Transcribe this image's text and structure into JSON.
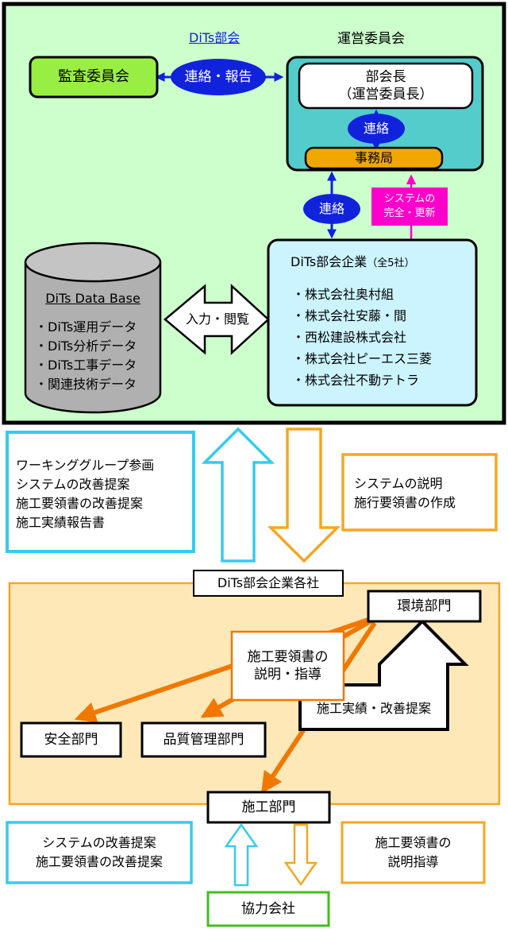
{
  "top": {
    "dits_bukai_label": "DiTs部会",
    "unei_label": "運営委員会",
    "kansa": "監査委員会",
    "renraku_houkoku": "連絡・報告",
    "bukaicho_line1": "部会長",
    "bukaicho_line2": "（運営委員長）",
    "renraku_inner": "連絡",
    "jimukyoku": "事務局",
    "renraku_mid": "連絡",
    "system_line1": "システムの",
    "system_line2": "完全・更新",
    "db_title": "DiTs Data Base",
    "db_items": [
      "・DiTs運用データ",
      "・DiTs分析データ",
      "・DiTs工事データ",
      "・関連技術データ"
    ],
    "nyuryoku": "入力・閲覧",
    "kigyo_title": "DiTs部会企業",
    "kigyo_count": "（全5社）",
    "kigyo_items": [
      "・株式会社奥村組",
      "・株式会社安藤・間",
      "・西松建設株式会社",
      "・株式会社ピーエス三菱",
      "・株式会社不動テトラ"
    ]
  },
  "middle": {
    "left_lines": [
      "ワーキンググループ参画",
      "システムの改善提案",
      "施工要領書の改善提案",
      "施工実績報告書"
    ],
    "right_lines": [
      "システムの説明",
      "施行要領書の作成"
    ]
  },
  "lower": {
    "kakusha": "DiTs部会企業各社",
    "kankyo": "環境部門",
    "setsumei_line1": "施工要領書の",
    "setsumei_line2": "説明・指導",
    "anzen": "安全部門",
    "hinshitsu": "品質管理部門",
    "jisseki": "施工実績・改善提案",
    "seko": "施工部門"
  },
  "bottom": {
    "left_lines": [
      "システムの改善提案",
      "施工要領書の改善提案"
    ],
    "right_line1": "施工要領書の",
    "right_line2": "説明指導",
    "kyoryoku": "協力会社"
  },
  "colors": {
    "top_bg": "#ccffcc",
    "green_box": "#99ee44",
    "cyan_box": "#55cccc",
    "blue_ellipse": "#1122dd",
    "orange_box": "#f0a800",
    "magenta": "#ff00cc",
    "light_cyan": "#ccf4ff",
    "db_gray": "#b0b0b0",
    "orange_region": "#ffe8b8",
    "orange_border": "#f5a623",
    "orange_arrow": "#f07800",
    "sky_border": "#33ccee"
  }
}
